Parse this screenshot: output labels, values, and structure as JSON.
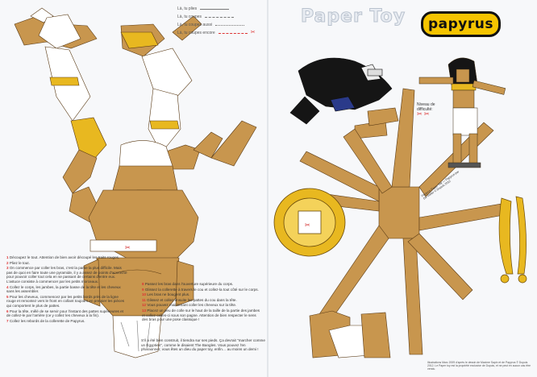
{
  "legend": [
    {
      "text": "Là, tu plies",
      "style": "solid"
    },
    {
      "text": "Là, tu coupes",
      "style": "dash"
    },
    {
      "text": "Là, tu coupes aussi",
      "style": "dot"
    },
    {
      "text": "Là, tu coupes encore",
      "style": "red"
    }
  ],
  "title": "Paper Toy",
  "brand": "papyrus",
  "difficulty": {
    "label": "Niveau de difficulté:",
    "icon": "scissors-icon"
  },
  "instructions_left": [
    {
      "n": "1",
      "text": "Découpez le tout. Attention de bien avoir découpé les traits rouges."
    },
    {
      "n": "2",
      "text": "Pliez le tout."
    },
    {
      "n": "3",
      "text": "On commence par coller les bras, c'est la partie la plus difficile. Mais pas de quoi en faire toute une pyramide, il y a assez de points d'accroche pour pouvoir coller tout cela en se passant de certains d'entre eux. L'astuce consiste à commencer par les petits morceaux."
    },
    {
      "n": "4",
      "text": "Collez le corps, les jambes, la partie basse de la tête et les cheveux sans les assembler."
    },
    {
      "n": "5",
      "text": "Pour les cheveux, commencez par les petits bords près de la ligne rouge et remontez vers le front en collant toujours en premier les pièces qui comportent le plus de pattes."
    },
    {
      "n": "6",
      "text": "Pour la tête, mêlé de se servir pour l'instant des pattes supérieures et de collez-le par l'arrière (ce y collez les cheveux à la fin)."
    },
    {
      "n": "7",
      "text": "Collez les rebords de la collerette de Papyrus."
    }
  ],
  "instructions_right": [
    {
      "n": "8",
      "text": "Passez les bras dans l'ouverture supérieure du corps."
    },
    {
      "n": "9",
      "text": "Glissez la collerette à travers le cou et collez-la tout côté sur le corps."
    },
    {
      "n": "10",
      "text": "Les bras ne bougent plus."
    },
    {
      "n": "11",
      "text": "Glissez et collez ensuite les pattes du cou dans la tête."
    },
    {
      "n": "12",
      "text": "Vous pouvez maintenant coller les cheveux sur la tête."
    },
    {
      "n": "13",
      "text": "Placez un peu de colle sur le haut de la taille de la partie des jambes et collez-celles-ci sous son pagne. Attention de bien respecter le sens des bras pour une pose classique !"
    }
  ],
  "footer": "S'il a été bien construit, il tiendra sur ses pieds. Ça devrait \"marcher comme un Égyptien\", comme le disaient The Bangles. Vous pouvez l'en pharaonner, vous êtes un dieu du paper toy, enfin… au moins un demi !",
  "copyright": "Illustrations Marc 2009 d'après le dessin de Maxime Sapin et de Papyrus © Dupuis 2012. Le Paper toy est la propriété exclusive de Dupuis, et ne peut en aucun cas être vendu.",
  "arm_label": "Papyrus Paper Toy — Papyrus par De Gieter © Dupuis 2012",
  "colors": {
    "tan": "#c8964e",
    "tan_dark": "#8a5a22",
    "gold": "#e8b820",
    "white": "#ffffff",
    "black": "#151515",
    "accent_red": "#d33333"
  }
}
